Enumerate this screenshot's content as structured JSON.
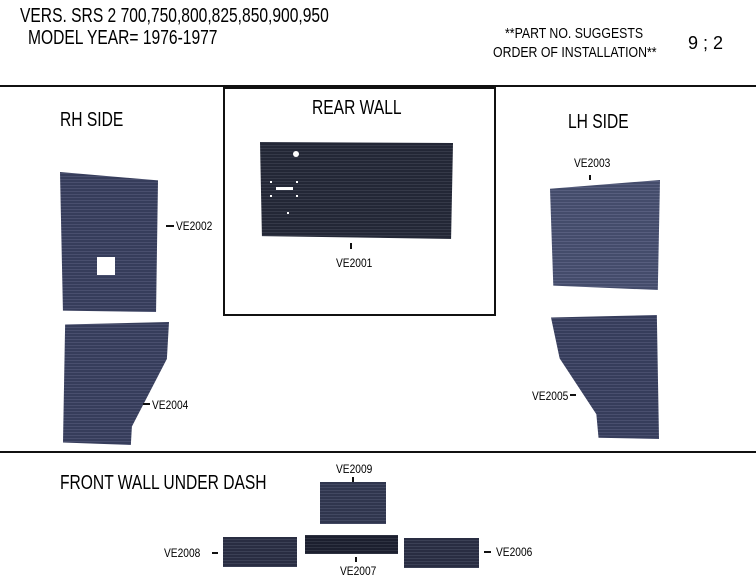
{
  "header": {
    "line1": "VERS. SRS 2  700,750,800,825,850,900,950",
    "line2": "MODEL YEAR= 1976-1977",
    "note_line1": "**PART NO. SUGGESTS",
    "note_line2": "ORDER OF INSTALLATION**",
    "page": "9 ; 2"
  },
  "sections": {
    "rh_side": "RH SIDE",
    "rear_wall": "REAR WALL",
    "lh_side": "LH SIDE",
    "front_wall": "FRONT WALL UNDER DASH"
  },
  "parts": {
    "ve2001": "VE2001",
    "ve2002": "VE2002",
    "ve2003": "VE2003",
    "ve2004": "VE2004",
    "ve2005": "VE2005",
    "ve2006": "VE2006",
    "ve2007": "VE2007",
    "ve2008": "VE2008",
    "ve2009": "VE2009"
  },
  "colors": {
    "pad": "#3b4263",
    "rule": "#111111"
  }
}
